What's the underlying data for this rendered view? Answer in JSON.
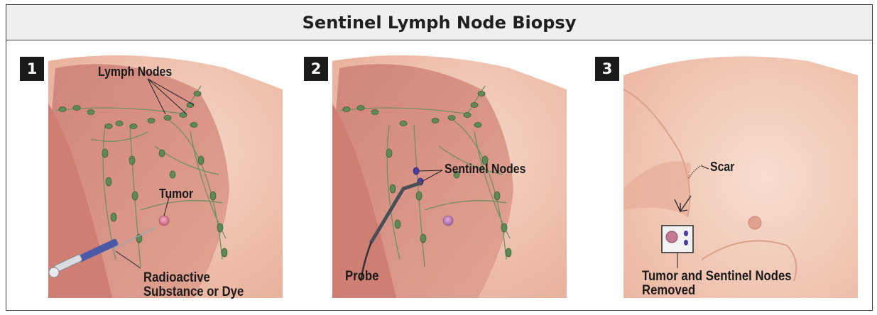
{
  "title": "Sentinel Lymph Node Biopsy",
  "panels": [
    {
      "number": "1",
      "labels": {
        "lymph_nodes": "Lymph Nodes",
        "tumor": "Tumor",
        "injection_line1": "Radioactive",
        "injection_line2": "Substance or Dye"
      }
    },
    {
      "number": "2",
      "labels": {
        "sentinel_nodes": "Sentinel Nodes",
        "probe": "Probe"
      }
    },
    {
      "number": "3",
      "labels": {
        "scar": "Scar",
        "removed_line1": "Tumor and Sentinel Nodes",
        "removed_line2": "Removed"
      }
    }
  ],
  "colors": {
    "skin": "#e9b39e",
    "muscle": "#c9786e",
    "lymph_node": "#5f8a55",
    "tumor": "#d1708c",
    "sentinel_node": "#4a3fa0"
  }
}
